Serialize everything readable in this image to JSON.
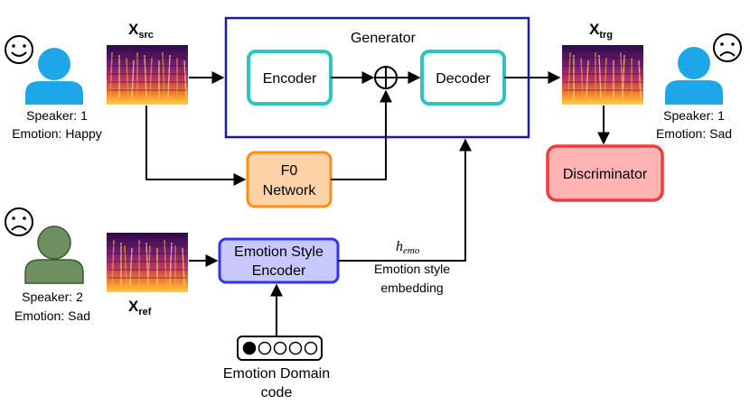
{
  "generator": {
    "title": "Generator",
    "encoder": "Encoder",
    "decoder": "Decoder"
  },
  "f0": {
    "line1": "F0",
    "line2": "Network"
  },
  "discriminator": {
    "label": "Discriminator"
  },
  "emotion_encoder": {
    "line1": "Emotion Style",
    "line2": "Encoder"
  },
  "domain_code": {
    "line1": "Emotion Domain",
    "line2": "code",
    "dots": 5,
    "active": 0
  },
  "h_emo": {
    "base": "h",
    "subscript": "emo",
    "caption1": "Emotion style",
    "caption2": "embedding"
  },
  "x_src": {
    "base": "X",
    "subscript": "src"
  },
  "x_trg": {
    "base": "X",
    "subscript": "trg"
  },
  "x_ref": {
    "base": "X",
    "subscript": "ref"
  },
  "speaker_src": {
    "line1": "Speaker: 1",
    "line2": "Emotion: Happy",
    "face": "smiley-face-icon"
  },
  "speaker_trg": {
    "line1": "Speaker: 1",
    "line2": "Emotion: Sad",
    "face": "sad-face-icon"
  },
  "speaker_ref": {
    "line1": "Speaker: 2",
    "line2": "Emotion: Sad",
    "face": "sad-face-icon"
  },
  "colors": {
    "generator_border": "#1a1aa6",
    "encoder_border": "#2ec4c4",
    "f0_fill": "#ffd2a8",
    "f0_border": "#ff8c1a",
    "disc_fill": "#ffb3b3",
    "disc_border": "#f03c3c",
    "emotion_fill": "#c8c8ff",
    "emotion_border": "#3333ee",
    "speaker_blue": "#1ea7e8",
    "speaker_green": "#6e8f5f"
  }
}
